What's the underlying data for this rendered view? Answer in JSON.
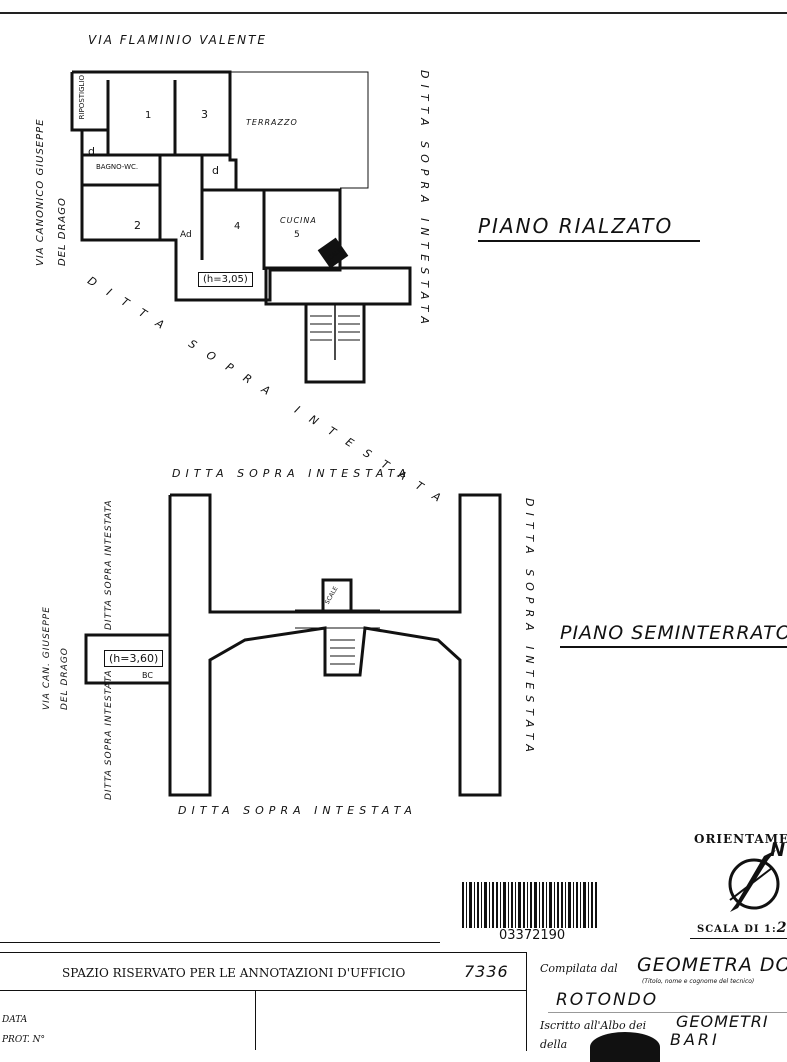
{
  "upper_plan": {
    "street_top": "VIA   FLAMINIO   VALENTE",
    "street_left": "VIA CANONICO GIUSEPPE DEL DRAGO",
    "side_right": "DITTA   SOPRA   INTESTATA",
    "side_bottom_diag": "DITTA   SOPRA   INTESTATA",
    "title": "PIANO RIALZATO",
    "rooms": {
      "ripostiglio": "RIPOSTIGLIO",
      "r1": "1",
      "r3": "3",
      "terrazzo": "TERRAZZO",
      "ingresso_small": "d",
      "bagno": "BAGNO-WC.",
      "disimpegno": "d",
      "r2": "2",
      "ingresso": "Ad",
      "r4": "4",
      "cucina": "CUCINA",
      "cucina_num": "5",
      "height": "(h=3,05)",
      "stair_label": "SCALE"
    }
  },
  "lower_plan": {
    "top": "DITTA   SOPRA   INTESTATA",
    "bottom": "DITTA   SOPRA   INTESTATA",
    "right": "DITTA   SOPRA   INTESTATA",
    "left_upper": "DITTA SOPRA INTESTATA",
    "left_lower": "DITTA SOPRA INTESTATA",
    "street_left": "VIA CAN. GIUSEPPE DEL DRAGO",
    "title": "PIANO SEMINTERRATO",
    "room_height": "(h=3,60)",
    "room_label": "BC",
    "stair_label": "SCALE"
  },
  "orientation": {
    "label": "ORIENTAMEN",
    "mark": "N"
  },
  "barcode": {
    "number": "03372190"
  },
  "scale": {
    "label": "SCALA DI 1:",
    "value": "2"
  },
  "office": {
    "reserved_title": "SPAZIO RISERVATO PER LE ANNOTAZIONI D'UFFICIO",
    "handwritten_number": "7336",
    "data_label": "DATA",
    "prot_label": "PROT. N°",
    "compilata_label": "Compilata dal",
    "compilata_value": "GEOMETRA DON",
    "compilata_sub": "(Titolo, nome e cognome del tecnico)",
    "rotondo": "ROTONDO",
    "iscritto_label": "Iscritto all'Albo dei",
    "iscritto_value": "GEOMETRI",
    "della_label": "della",
    "della_value": "BARI"
  }
}
